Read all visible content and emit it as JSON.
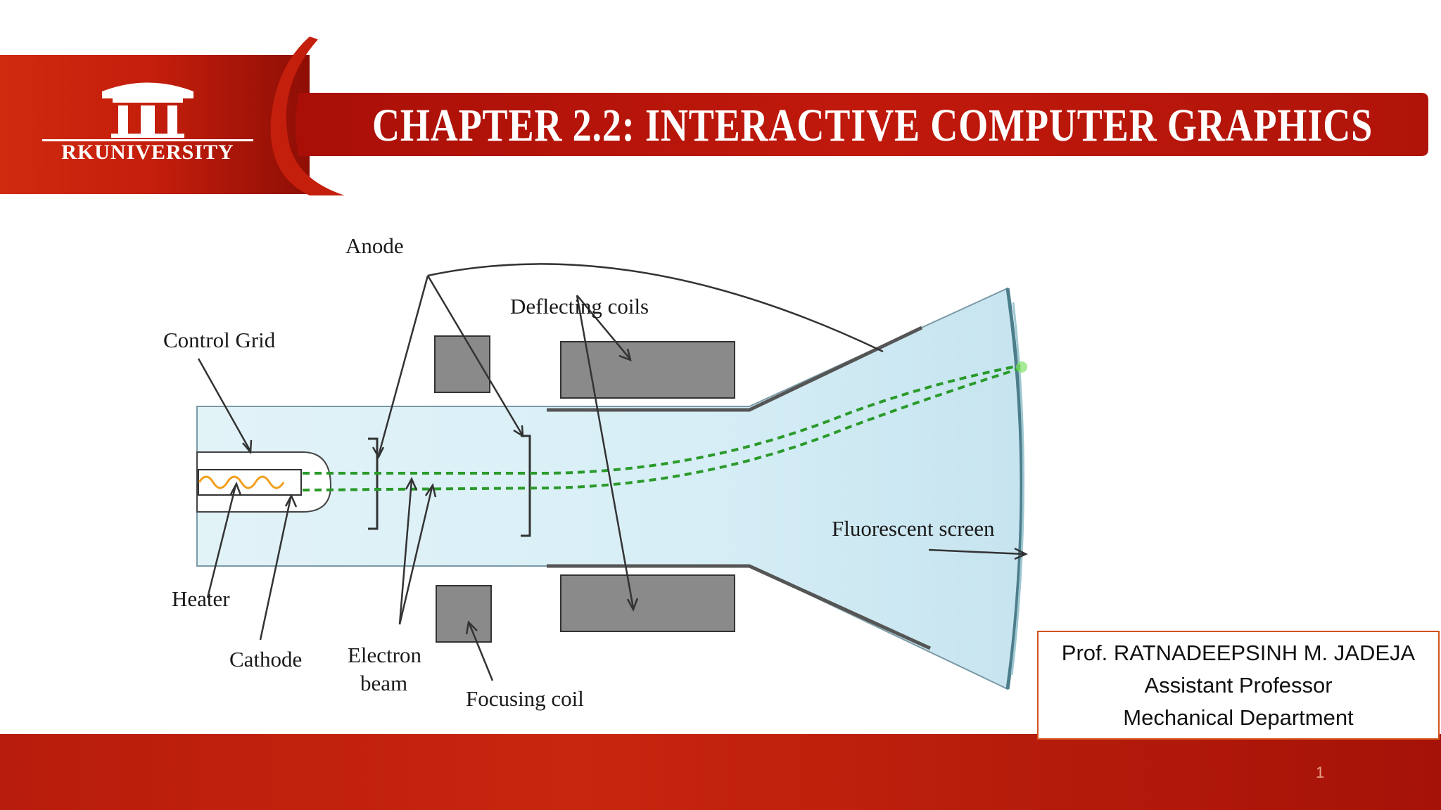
{
  "slide": {
    "title": "CHAPTER 2.2: INTERACTIVE COMPUTER GRAPHICS",
    "logo_text": "RKUNIVERSITY",
    "page_number": "1"
  },
  "diagram": {
    "labels": {
      "anode": "Anode",
      "deflecting_coils": "Deflecting coils",
      "control_grid": "Control Grid",
      "fluorescent_screen": "Fluorescent screen",
      "heater": "Heater",
      "cathode": "Cathode",
      "electron": "Electron",
      "beam": "beam",
      "focusing_coil": "Focusing coil"
    }
  },
  "presenter": {
    "name": "Prof. RATNADEEPSINH M. JADEJA",
    "role": "Assistant Professor",
    "department": "Mechanical Department"
  },
  "colors": {
    "brand_red": "#c0190c",
    "beam_green": "#2a9a2a",
    "coil_gray": "#8a8a8a",
    "box_border": "#d4521c"
  }
}
